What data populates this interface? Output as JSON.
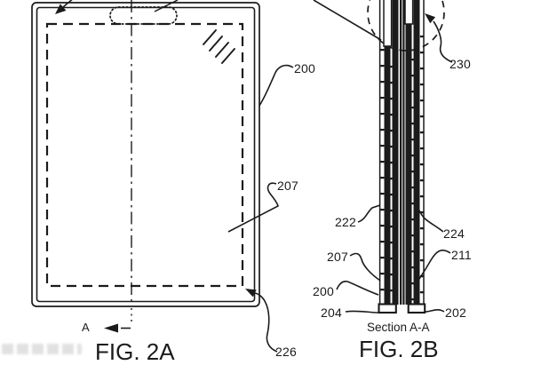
{
  "fig2a": {
    "caption": "FIG. 2A",
    "section_marker": "A",
    "ref_200": "200",
    "ref_207": "207",
    "ref_226": "226"
  },
  "fig2b": {
    "caption": "FIG. 2B",
    "section_caption": "Section A-A",
    "ref_230": "230",
    "ref_222": "222",
    "ref_224": "224",
    "ref_207": "207",
    "ref_211": "211",
    "ref_200": "200",
    "ref_204": "204",
    "ref_202": "202"
  },
  "colors": {
    "line": "#1b1b1b",
    "background": "#ffffff",
    "watermark": "#c4c4c4"
  }
}
